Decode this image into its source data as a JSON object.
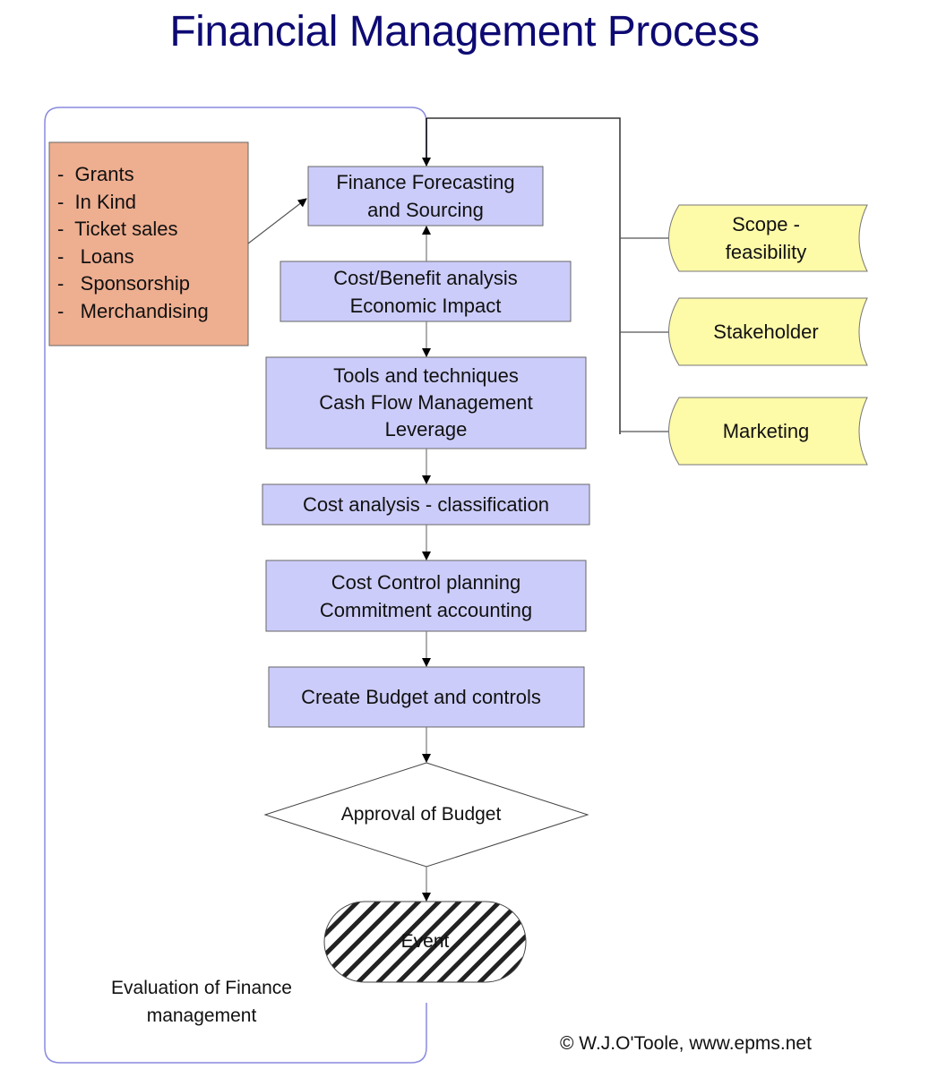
{
  "title": "Financial Management Process",
  "colors": {
    "title": "#0d0a73",
    "process_fill": "#ccccfa",
    "source_fill": "#eeae90",
    "input_fill": "#fdfaa8",
    "loop_border": "#8a8ae0"
  },
  "sources": {
    "items": [
      "-  Grants",
      "-  In Kind",
      "-  Ticket sales",
      "-   Loans",
      "-   Sponsorship",
      "-   Merchandising"
    ]
  },
  "steps": [
    {
      "lines": [
        "Finance Forecasting",
        "and Sourcing"
      ]
    },
    {
      "lines": [
        "Cost/Benefit analysis",
        "Economic Impact"
      ]
    },
    {
      "lines": [
        "Tools and techniques",
        "Cash Flow Management",
        "Leverage"
      ]
    },
    {
      "lines": [
        "Cost analysis - classification"
      ]
    },
    {
      "lines": [
        "Cost Control planning",
        "Commitment accounting"
      ]
    },
    {
      "lines": [
        "Create Budget and controls"
      ]
    }
  ],
  "decision": {
    "label": "Approval of Budget"
  },
  "terminal": {
    "label": "Event"
  },
  "inputs": [
    {
      "lines": [
        "Scope -",
        "feasibility"
      ]
    },
    {
      "lines": [
        "Stakeholder"
      ]
    },
    {
      "lines": [
        "Marketing"
      ]
    }
  ],
  "feedback_loop": {
    "label_lines": [
      "Evaluation of Finance",
      "management"
    ]
  },
  "copyright": "© W.J.O'Toole,  www.epms.net"
}
